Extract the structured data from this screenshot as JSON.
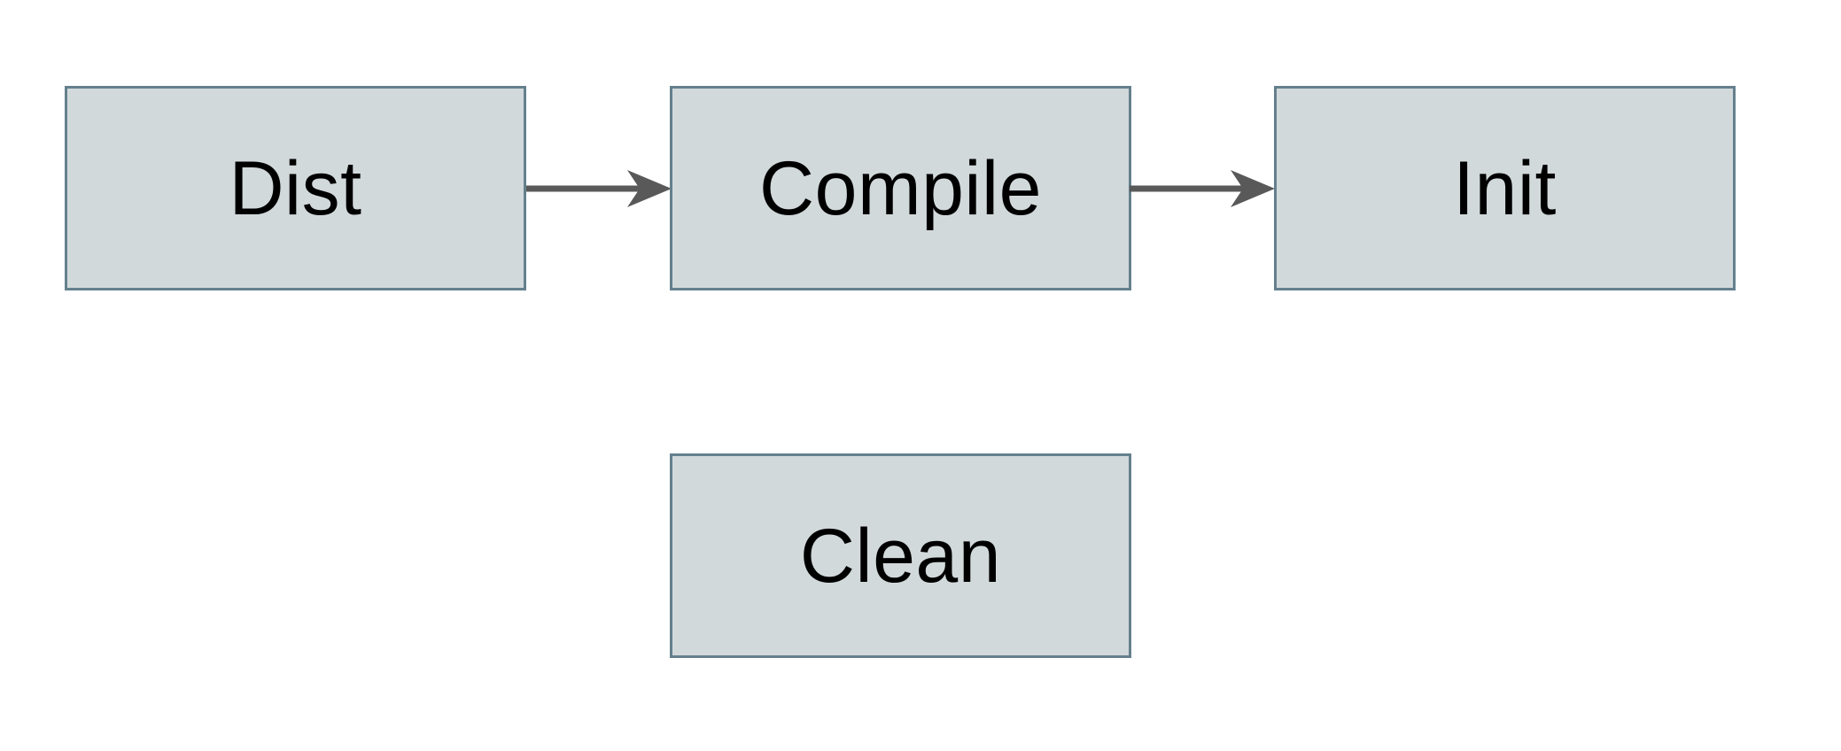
{
  "diagram": {
    "type": "flowchart",
    "background_color": "#ffffff",
    "nodes": [
      {
        "id": "dist",
        "label": "Dist"
      },
      {
        "id": "compile",
        "label": "Compile"
      },
      {
        "id": "init",
        "label": "Init"
      },
      {
        "id": "clean",
        "label": "Clean"
      }
    ],
    "edges": [
      {
        "from": "Dist",
        "to": "Compile",
        "direction": "right"
      },
      {
        "from": "Compile",
        "to": "Init",
        "direction": "right"
      }
    ],
    "colors": {
      "node_fill": "#d2d9db",
      "node_border": "#65808d",
      "arrow": "#595959",
      "label_text": "#000000"
    }
  }
}
